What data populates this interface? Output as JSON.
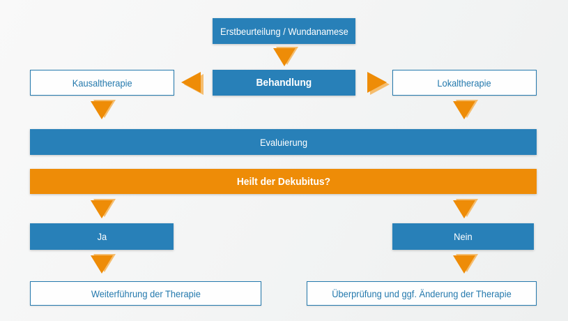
{
  "flowchart": {
    "nodes": {
      "erstbeurteilung": {
        "label": "Erstbeurteilung / Wundanamese"
      },
      "kausaltherapie": {
        "label": "Kausaltherapie"
      },
      "behandlung": {
        "label": "Behandlung"
      },
      "lokaltherapie": {
        "label": "Lokaltherapie"
      },
      "evaluierung": {
        "label": "Evaluierung"
      },
      "heilt_frage": {
        "label": "Heilt der Dekubitus?"
      },
      "ja": {
        "label": "Ja"
      },
      "nein": {
        "label": "Nein"
      },
      "weiterfuehrung": {
        "label": "Weiterführung der Therapie"
      },
      "ueberpruefung": {
        "label": "Überprüfung und ggf. Änderung der Therapie"
      }
    },
    "colors": {
      "box_blue": "#2880b8",
      "text_blue": "#2479ad",
      "banner_orange": "#ee8c07",
      "arrow_orange": "#ee8c07",
      "arrow_orange_shadow": "#f5bd6e",
      "box_white": "#fefefe"
    }
  }
}
